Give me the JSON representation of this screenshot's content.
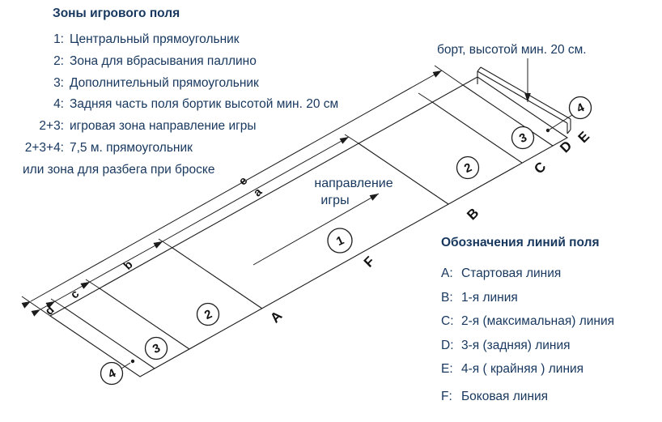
{
  "colors": {
    "text": "#17375e",
    "line": "#1c1c1c",
    "background": "#ffffff"
  },
  "zones_legend": {
    "title": "Зоны игрового поля",
    "items": [
      {
        "prefix": "1:",
        "text": "Центральный прямоугольник"
      },
      {
        "prefix": "2:",
        "text": "Зона для вбрасывания паллино"
      },
      {
        "prefix": "3:",
        "text": "Дополнительный прямоугольник"
      },
      {
        "prefix": "4:",
        "text": "Задняя часть поля бортик высотой мин. 20 см"
      },
      {
        "prefix": "2+3:",
        "text": "игровая зона направление игры"
      },
      {
        "prefix": "2+3+4:",
        "text": "7,5 м. прямоугольник"
      },
      {
        "prefix": "",
        "text": "или зона для разбега при броске"
      }
    ]
  },
  "lines_legend": {
    "title": "Обозначения линий поля",
    "items": [
      {
        "prefix": "A:",
        "text": "Стартовая линия"
      },
      {
        "prefix": "B:",
        "text": "1-я линия"
      },
      {
        "prefix": "C:",
        "text": "2-я (максимальная) линия"
      },
      {
        "prefix": "D:",
        "text": "3-я (задняя) линия"
      },
      {
        "prefix": "E:",
        "text": "4-я ( крайняя ) линия"
      },
      {
        "prefix": "F:",
        "text": "Боковая линия"
      }
    ]
  },
  "board_callout": "борт, высотой мин. 20 см.",
  "direction": {
    "line1": "направление",
    "line2": "игры"
  },
  "field": {
    "line_letters": [
      "A",
      "B",
      "C",
      "D",
      "E",
      "F"
    ],
    "dim_letters": [
      "a",
      "b",
      "c",
      "d",
      "e"
    ],
    "zone_numbers": [
      "1",
      "2",
      "3",
      "4"
    ]
  }
}
